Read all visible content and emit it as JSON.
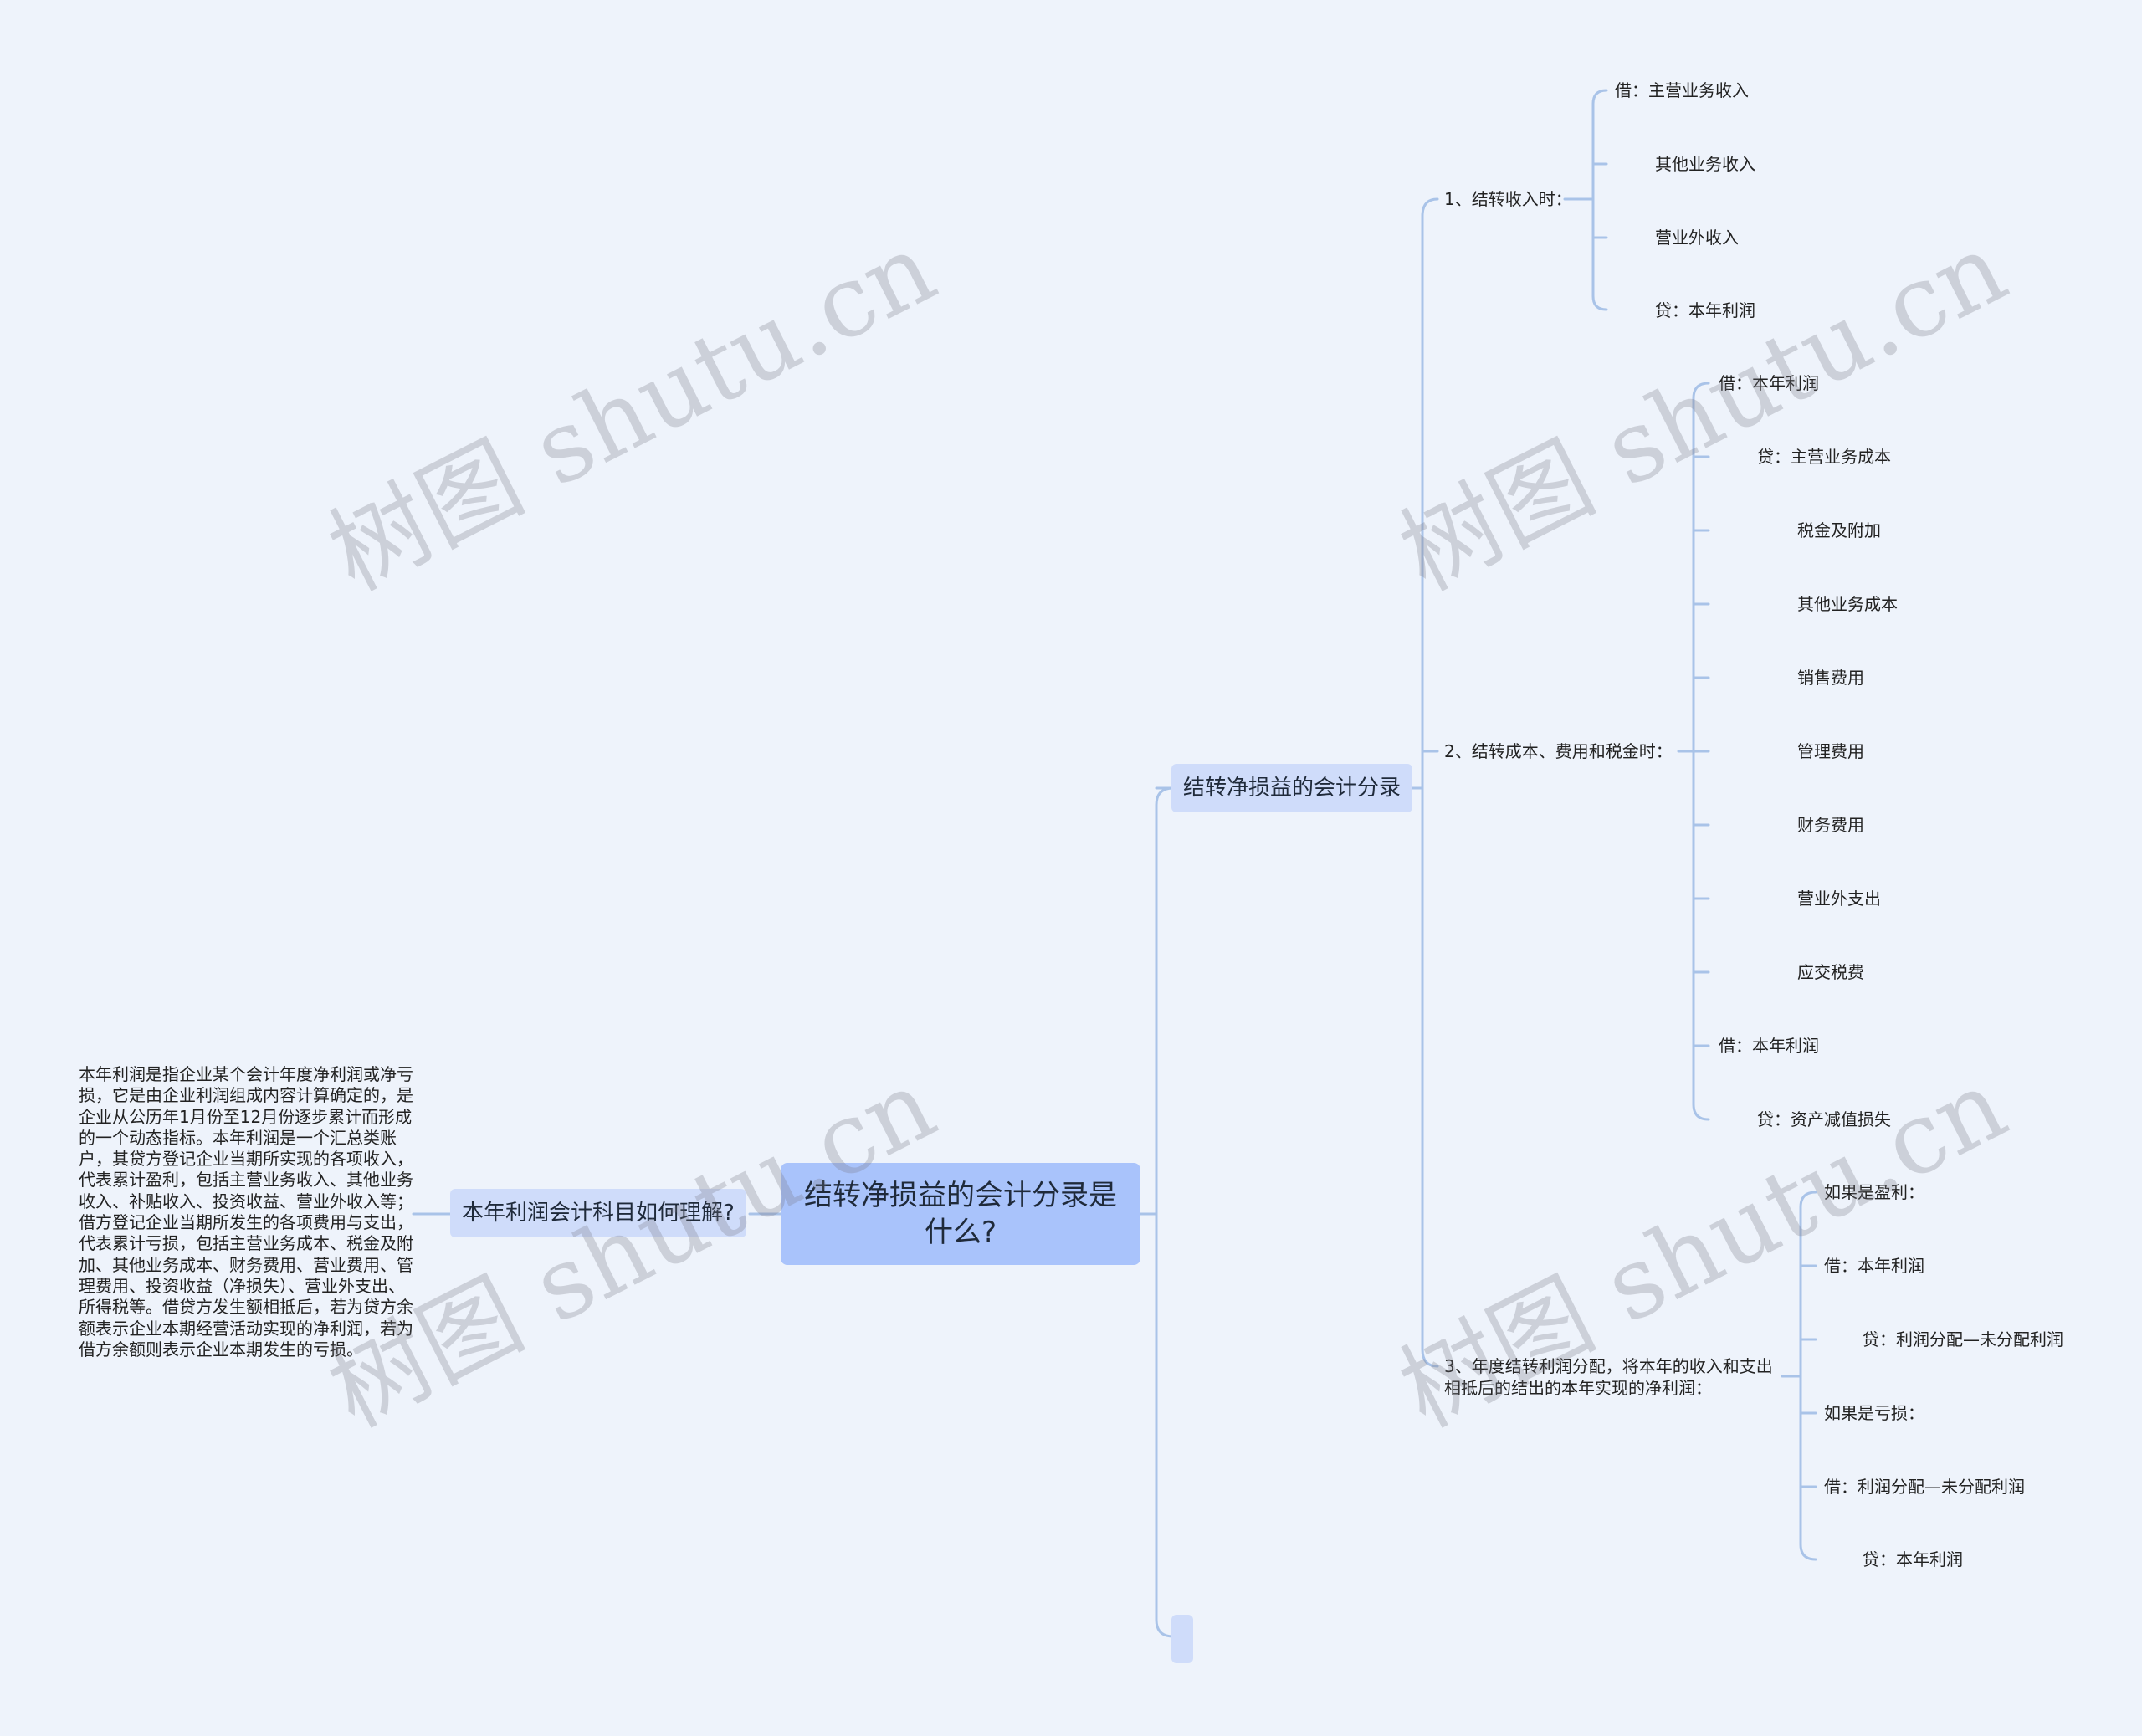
{
  "root": {
    "title": "结转净损益的会计分录是什么?"
  },
  "left_branch": {
    "label": "本年利润会计科目如何理解?",
    "description": "本年利润是指企业某个会计年度净利润或净亏损，它是由企业利润组成内容计算确定的，是企业从公历年1月份至12月份逐步累计而形成的一个动态指标。本年利润是一个汇总类账户，其贷方登记企业当期所实现的各项收入，代表累计盈利，包括主营业务收入、其他业务收入、补贴收入、投资收益、营业外收入等；借方登记企业当期所发生的各项费用与支出，代表累计亏损，包括主营业务成本、税金及附加、其他业务成本、财务费用、营业费用、管理费用、投资收益（净损失）、营业外支出、所得税等。借贷方发生额相抵后，若为贷方余额表示企业本期经营活动实现的净利润，若为借方余额则表示企业本期发生的亏损。"
  },
  "right_branch": {
    "label": "结转净损益的会计分录",
    "groups": [
      {
        "label": "1、结转收入时：",
        "items": [
          "借：主营业务收入",
          "其他业务收入",
          "营业外收入",
          "贷：本年利润"
        ]
      },
      {
        "label": "2、结转成本、费用和税金时：",
        "items": [
          "借：本年利润",
          "贷：主营业务成本",
          "税金及附加",
          "其他业务成本",
          "销售费用",
          "管理费用",
          "财务费用",
          "营业外支出",
          "应交税费",
          "借：本年利润",
          "贷：资产减值损失"
        ]
      },
      {
        "label_lines": [
          "3、年度结转利润分配，将本年的收入和支出",
          "相抵后的结出的本年实现的净利润："
        ],
        "items": [
          "如果是盈利：",
          "借：本年利润",
          "贷：利润分配—未分配利润",
          "如果是亏损：",
          "借：利润分配—未分配利润",
          "贷：本年利润"
        ]
      }
    ]
  },
  "watermark": {
    "text": "树图 shutu.cn"
  },
  "colors": {
    "background": "#eef3fb",
    "root": "#a9c3fb",
    "branch": "#cfdcfa",
    "line": "#a9c3e8"
  }
}
